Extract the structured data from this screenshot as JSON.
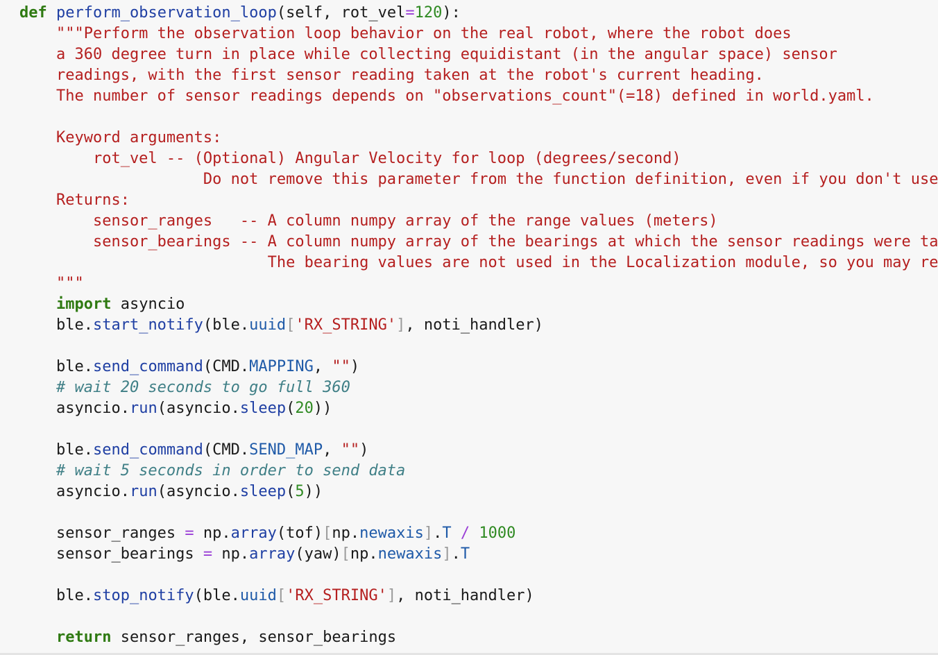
{
  "lines": [
    [
      {
        "c": "kw",
        "t": "def"
      },
      {
        "c": "",
        "t": " "
      },
      {
        "c": "fn",
        "t": "perform_observation_loop"
      },
      {
        "c": "",
        "t": "(self, rot_vel"
      },
      {
        "c": "op",
        "t": "="
      },
      {
        "c": "num",
        "t": "120"
      },
      {
        "c": "",
        "t": "):"
      }
    ],
    [
      {
        "c": "doc",
        "t": "    \"\"\"Perform the observation loop behavior on the real robot, where the robot does"
      }
    ],
    [
      {
        "c": "doc",
        "t": "    a 360 degree turn in place while collecting equidistant (in the angular space) sensor"
      }
    ],
    [
      {
        "c": "doc",
        "t": "    readings, with the first sensor reading taken at the robot's current heading."
      }
    ],
    [
      {
        "c": "doc",
        "t": "    The number of sensor readings depends on \"observations_count\"(=18) defined in world.yaml."
      }
    ],
    [
      {
        "c": "doc",
        "t": " "
      }
    ],
    [
      {
        "c": "doc",
        "t": "    Keyword arguments:"
      }
    ],
    [
      {
        "c": "doc",
        "t": "        rot_vel -- (Optional) Angular Velocity for loop (degrees/second)"
      }
    ],
    [
      {
        "c": "doc",
        "t": "                    Do not remove this parameter from the function definition, even if you don't use it."
      }
    ],
    [
      {
        "c": "doc",
        "t": "    Returns:"
      }
    ],
    [
      {
        "c": "doc",
        "t": "        sensor_ranges   -- A column numpy array of the range values (meters)"
      }
    ],
    [
      {
        "c": "doc",
        "t": "        sensor_bearings -- A column numpy array of the bearings at which the sensor readings were taken (degrees)"
      }
    ],
    [
      {
        "c": "doc",
        "t": "                           The bearing values are not used in the Localization module, so you may return an empty array."
      }
    ],
    [
      {
        "c": "doc",
        "t": "    \"\"\""
      }
    ],
    [
      {
        "c": "",
        "t": "    "
      },
      {
        "c": "kw",
        "t": "import"
      },
      {
        "c": "",
        "t": " asyncio"
      }
    ],
    [
      {
        "c": "",
        "t": "    ble."
      },
      {
        "c": "fn",
        "t": "start_notify"
      },
      {
        "c": "",
        "t": "(ble."
      },
      {
        "c": "attr",
        "t": "uuid"
      },
      {
        "c": "br",
        "t": "["
      },
      {
        "c": "str",
        "t": "'RX_STRING'"
      },
      {
        "c": "br",
        "t": "]"
      },
      {
        "c": "",
        "t": ", noti_handler)"
      }
    ],
    [
      {
        "c": "",
        "t": " "
      }
    ],
    [
      {
        "c": "",
        "t": "    ble."
      },
      {
        "c": "fn",
        "t": "send_command"
      },
      {
        "c": "",
        "t": "(CMD."
      },
      {
        "c": "attr",
        "t": "MAPPING"
      },
      {
        "c": "",
        "t": ", "
      },
      {
        "c": "str",
        "t": "\"\""
      },
      {
        "c": "",
        "t": ")"
      }
    ],
    [
      {
        "c": "com",
        "t": "    # wait 20 seconds to go full 360"
      }
    ],
    [
      {
        "c": "",
        "t": "    asyncio."
      },
      {
        "c": "fn",
        "t": "run"
      },
      {
        "c": "",
        "t": "(asyncio."
      },
      {
        "c": "fn",
        "t": "sleep"
      },
      {
        "c": "",
        "t": "("
      },
      {
        "c": "num",
        "t": "20"
      },
      {
        "c": "",
        "t": "))"
      }
    ],
    [
      {
        "c": "",
        "t": " "
      }
    ],
    [
      {
        "c": "",
        "t": "    ble."
      },
      {
        "c": "fn",
        "t": "send_command"
      },
      {
        "c": "",
        "t": "(CMD."
      },
      {
        "c": "attr",
        "t": "SEND_MAP"
      },
      {
        "c": "",
        "t": ", "
      },
      {
        "c": "str",
        "t": "\"\""
      },
      {
        "c": "",
        "t": ")"
      }
    ],
    [
      {
        "c": "com",
        "t": "    # wait 5 seconds in order to send data"
      }
    ],
    [
      {
        "c": "",
        "t": "    asyncio."
      },
      {
        "c": "fn",
        "t": "run"
      },
      {
        "c": "",
        "t": "(asyncio."
      },
      {
        "c": "fn",
        "t": "sleep"
      },
      {
        "c": "",
        "t": "("
      },
      {
        "c": "num",
        "t": "5"
      },
      {
        "c": "",
        "t": "))"
      }
    ],
    [
      {
        "c": "",
        "t": " "
      }
    ],
    [
      {
        "c": "",
        "t": "    sensor_ranges "
      },
      {
        "c": "op",
        "t": "="
      },
      {
        "c": "",
        "t": " np."
      },
      {
        "c": "fn",
        "t": "array"
      },
      {
        "c": "",
        "t": "(tof)"
      },
      {
        "c": "br",
        "t": "["
      },
      {
        "c": "",
        "t": "np."
      },
      {
        "c": "attr",
        "t": "newaxis"
      },
      {
        "c": "br",
        "t": "]"
      },
      {
        "c": "",
        "t": "."
      },
      {
        "c": "attr",
        "t": "T"
      },
      {
        "c": "",
        "t": " "
      },
      {
        "c": "op",
        "t": "/"
      },
      {
        "c": "",
        "t": " "
      },
      {
        "c": "num",
        "t": "1000"
      }
    ],
    [
      {
        "c": "",
        "t": "    sensor_bearings "
      },
      {
        "c": "op",
        "t": "="
      },
      {
        "c": "",
        "t": " np."
      },
      {
        "c": "fn",
        "t": "array"
      },
      {
        "c": "",
        "t": "(yaw)"
      },
      {
        "c": "br",
        "t": "["
      },
      {
        "c": "",
        "t": "np."
      },
      {
        "c": "attr",
        "t": "newaxis"
      },
      {
        "c": "br",
        "t": "]"
      },
      {
        "c": "",
        "t": "."
      },
      {
        "c": "attr",
        "t": "T"
      }
    ],
    [
      {
        "c": "",
        "t": " "
      }
    ],
    [
      {
        "c": "",
        "t": "    ble."
      },
      {
        "c": "fn",
        "t": "stop_notify"
      },
      {
        "c": "",
        "t": "(ble."
      },
      {
        "c": "attr",
        "t": "uuid"
      },
      {
        "c": "br",
        "t": "["
      },
      {
        "c": "str",
        "t": "'RX_STRING'"
      },
      {
        "c": "br",
        "t": "]"
      },
      {
        "c": "",
        "t": ", noti_handler)"
      }
    ],
    [
      {
        "c": "",
        "t": " "
      }
    ],
    [
      {
        "c": "",
        "t": "    "
      },
      {
        "c": "kw",
        "t": "return"
      },
      {
        "c": "",
        "t": " sensor_ranges, sensor_bearings"
      }
    ]
  ],
  "colors": {
    "background": "#f7f7f7",
    "text": "#1a1a1a",
    "keyword": "#2f7a12",
    "function": "#1f3fa3",
    "number": "#2f8a22",
    "docstring": "#b51f1f",
    "string": "#b51f1f",
    "comment": "#3f7f86",
    "operator": "#9a3fd6",
    "attribute": "#1f5aa8"
  }
}
